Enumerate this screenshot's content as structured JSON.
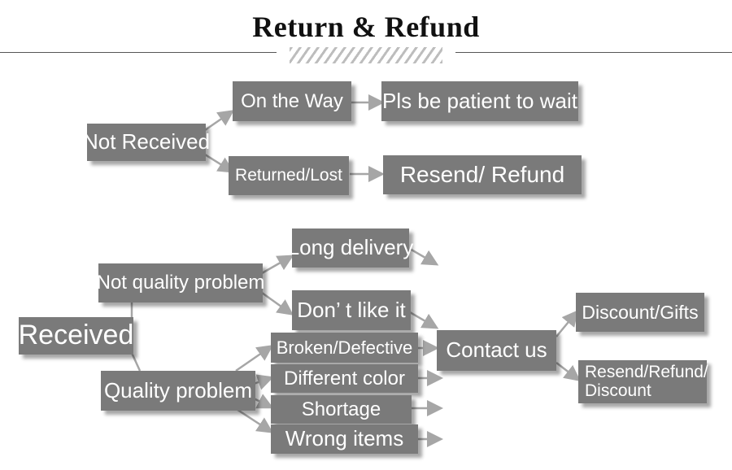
{
  "title": "Return & Refund",
  "not_received": {
    "root": "Not Received",
    "on_the_way": "On the Way",
    "on_the_way_result": "Pls be patient to wait",
    "returned_lost": "Returned/Lost",
    "returned_lost_result": "Resend/ Refund"
  },
  "received": {
    "root": "Received",
    "not_quality_problem": "Not quality problem",
    "long_delivery": "Long delivery",
    "dont_like_it": "Don’ t like it",
    "quality_problem": "Quality problem",
    "broken_defective": "Broken/Defective",
    "different_color": "Different color",
    "shortage": "Shortage",
    "wrong_items": "Wrong items",
    "contact_us": "Contact us",
    "discount_gifts": "Discount/Gifts",
    "resend_refund_discount": "Resend/Refund/ Discount"
  },
  "colors": {
    "box": "#7a7a7a",
    "arrow": "#a6a6a6",
    "text": "#ffffff"
  }
}
